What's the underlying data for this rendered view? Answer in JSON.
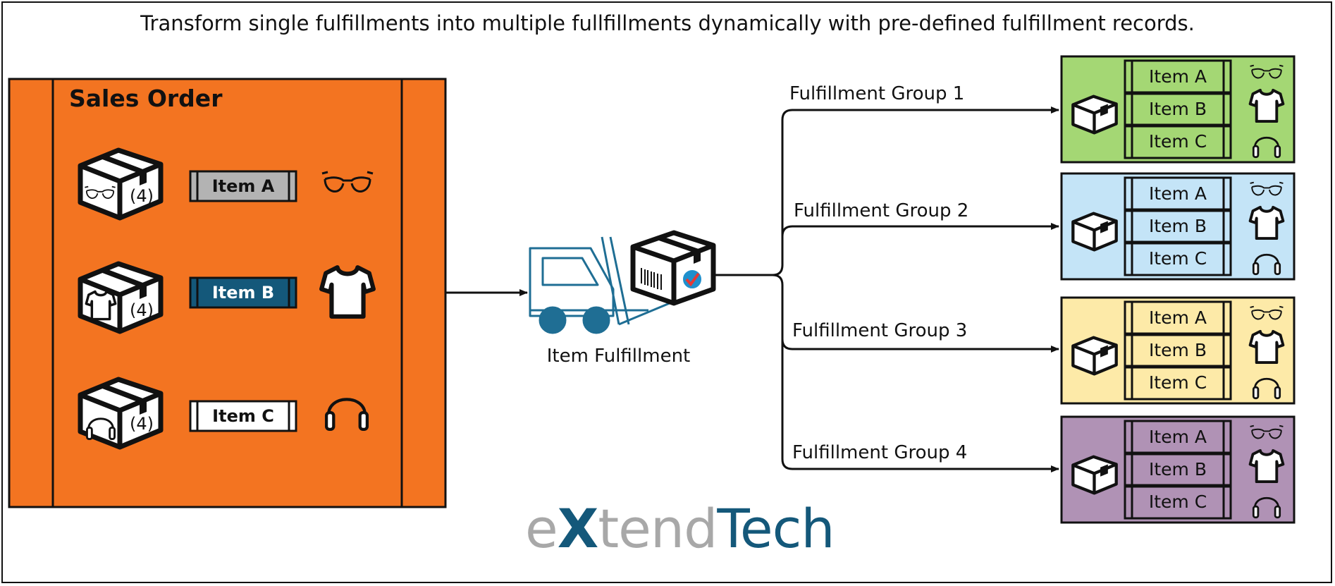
{
  "title": "Transform single fulfillments into multiple fullfillments dynamically with pre-defined fulfillment records.",
  "colors": {
    "sales_order_bg": "#F37421",
    "item_a_label": "#B3B3B3",
    "item_b_label": "#14587A",
    "item_c_label": "#FFFFFF",
    "forklift_blue": "#1F6E94",
    "group_colors": [
      "#A4D774",
      "#C4E4F7",
      "#FDEAA8",
      "#B092B5"
    ],
    "logo_gray": "#A8A8A8",
    "logo_blue": "#14587A"
  },
  "sales_order": {
    "title": "Sales Order",
    "items": [
      {
        "label": "Item A",
        "quantity": "(4)",
        "icon": "glasses-icon"
      },
      {
        "label": "Item B",
        "quantity": "(4)",
        "icon": "shirt-icon"
      },
      {
        "label": "Item C",
        "quantity": "(4)",
        "icon": "headphones-icon"
      }
    ]
  },
  "item_fulfillment": {
    "label": "Item Fulfillment"
  },
  "groups": [
    {
      "label": "Fulfillment Group 1",
      "items": [
        "Item A",
        "Item B",
        "Item C"
      ]
    },
    {
      "label": "Fulfillment Group 2",
      "items": [
        "Item A",
        "Item B",
        "Item C"
      ]
    },
    {
      "label": "Fulfillment Group 3",
      "items": [
        "Item A",
        "Item B",
        "Item C"
      ]
    },
    {
      "label": "Fulfillment Group 4",
      "items": [
        "Item A",
        "Item B",
        "Item C"
      ]
    }
  ],
  "logo": {
    "part1": "e",
    "part2": "X",
    "part3": "tend",
    "part4": "Tech"
  }
}
